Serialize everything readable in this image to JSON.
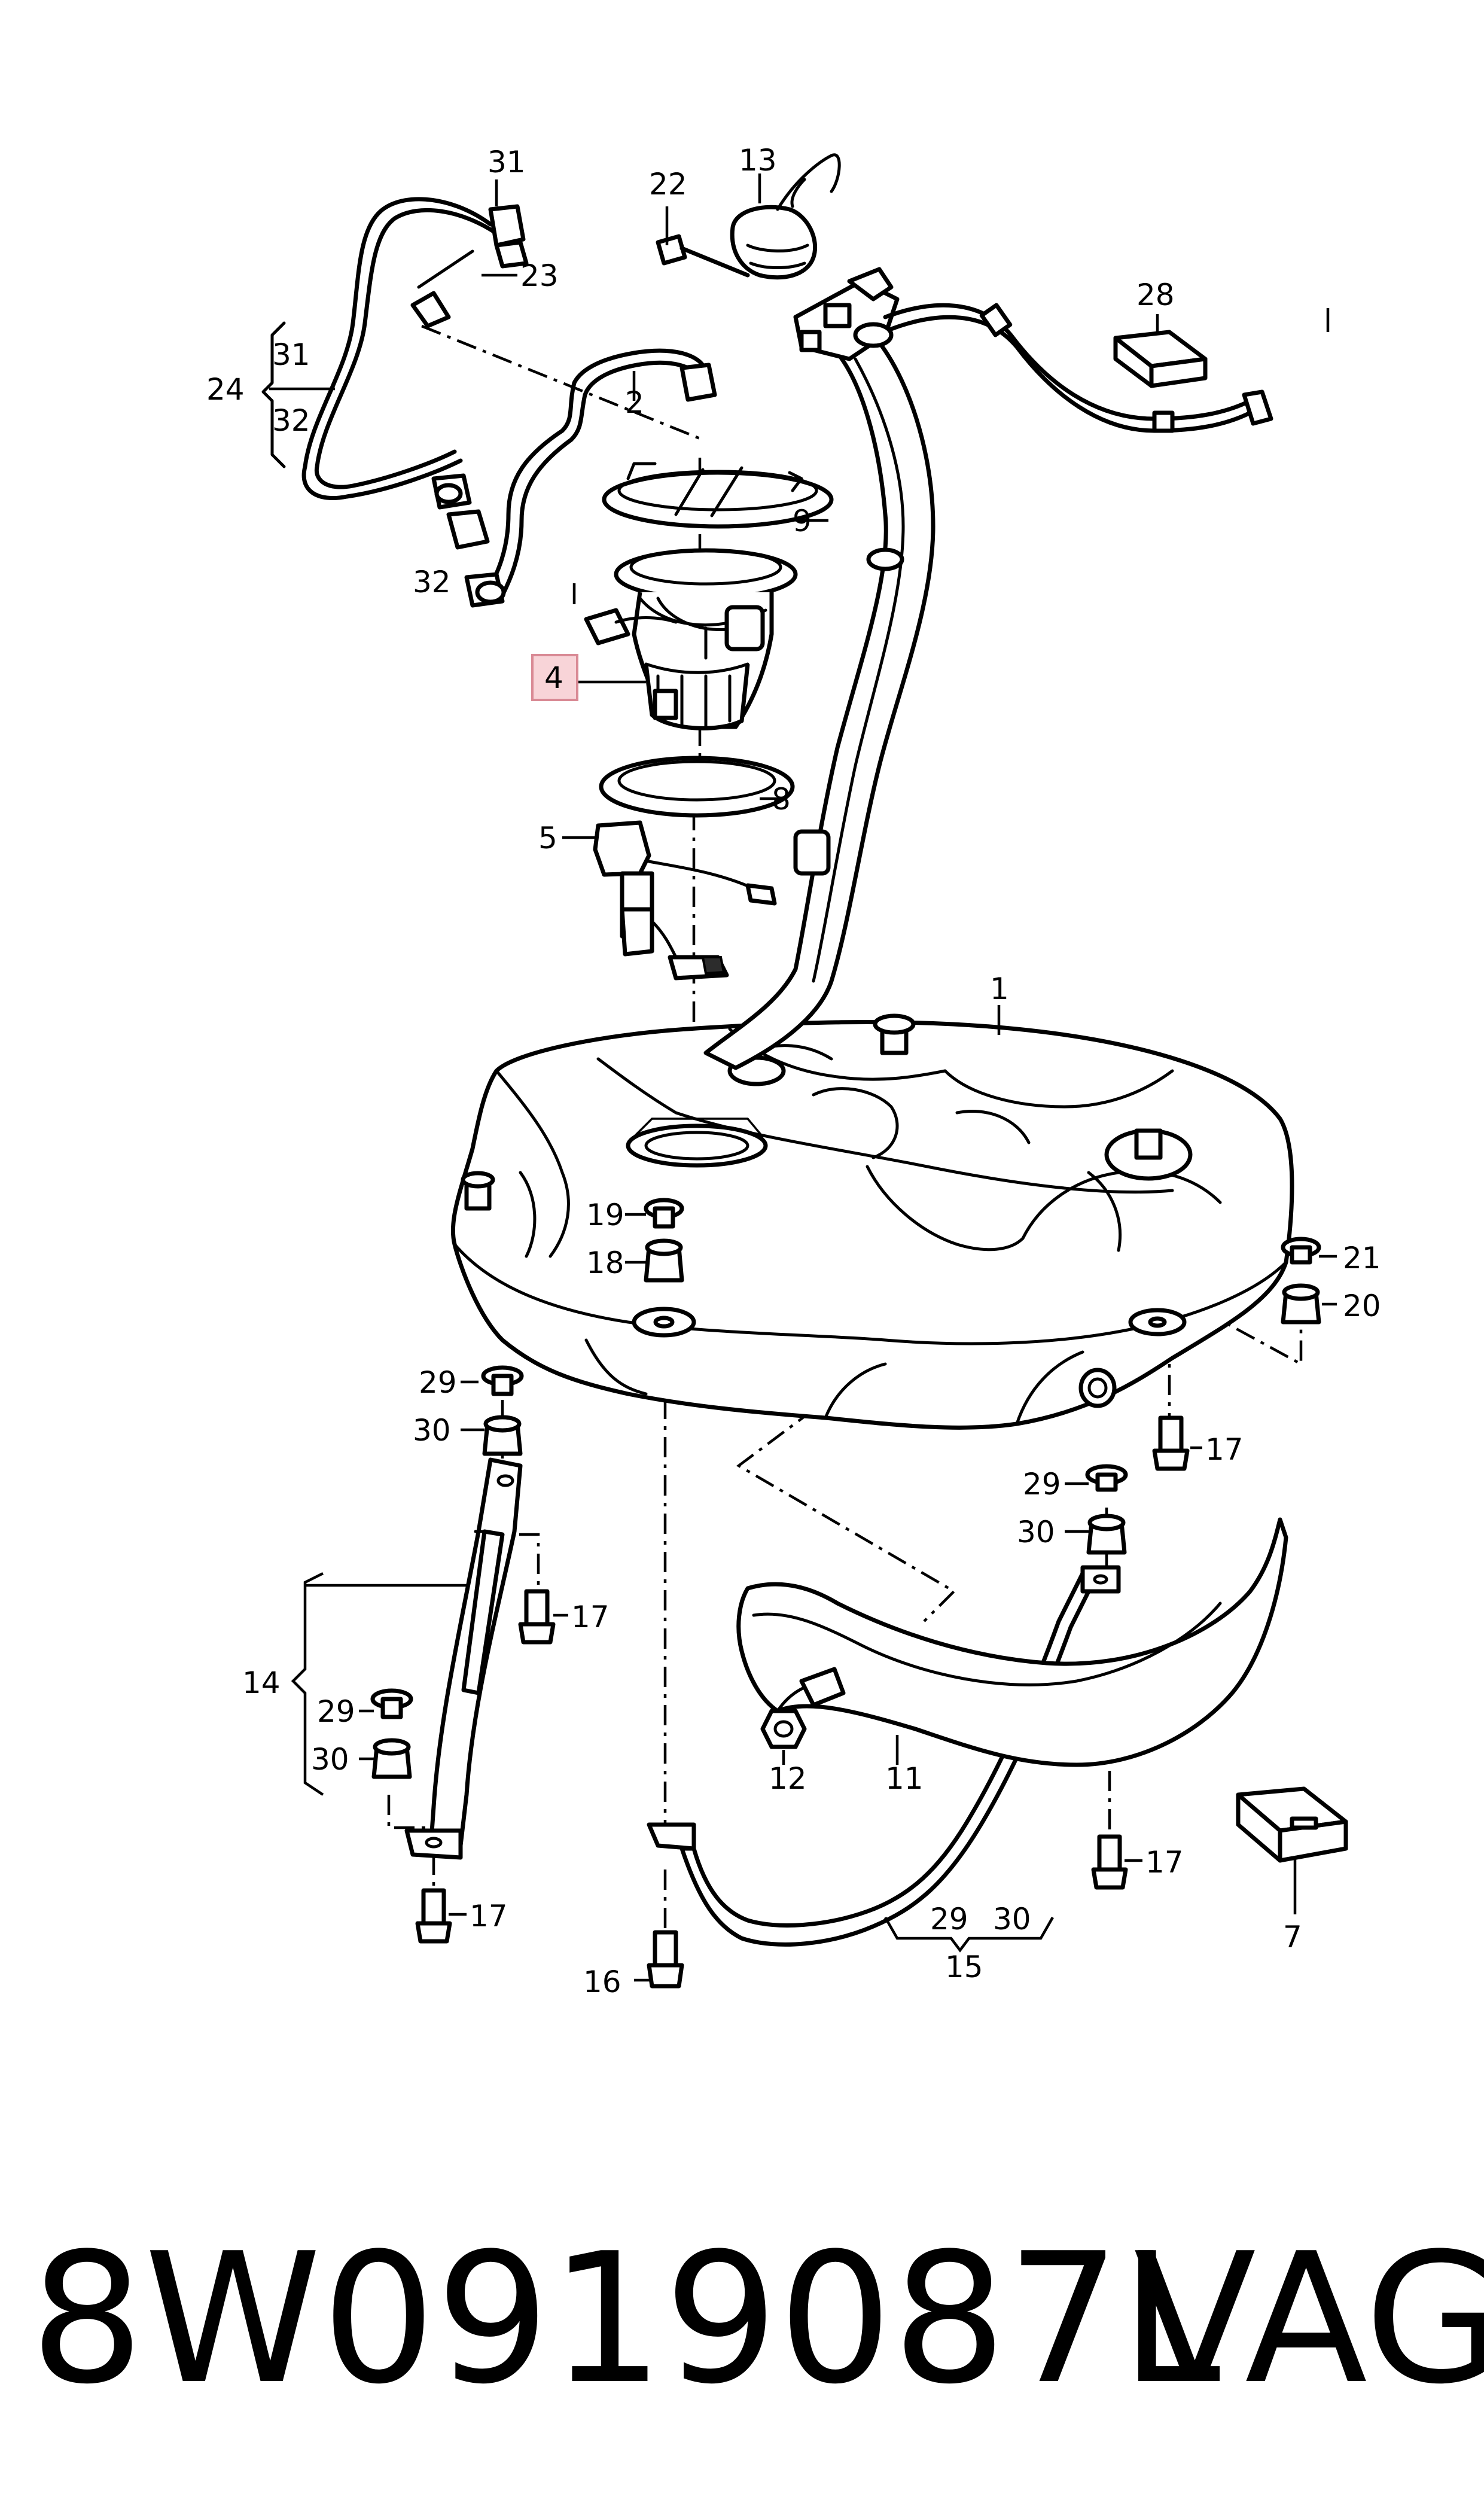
{
  "diagram": {
    "part_number": "8W0919087L",
    "brand": "VAG",
    "highlighted_part": "4",
    "callouts": {
      "c1": "1",
      "c2": "2",
      "c4": "4",
      "c5": "5",
      "c7": "7",
      "c8": "8",
      "c9": "9",
      "c11": "11",
      "c12": "12",
      "c13": "13",
      "c14": "14",
      "c15": "15",
      "c16": "16",
      "c17a": "17",
      "c17b": "17",
      "c17c": "17",
      "c17d": "17",
      "c17e": "17",
      "c18": "18",
      "c19": "19",
      "c20": "20",
      "c21": "21",
      "c22": "22",
      "c23": "23",
      "c24": "24",
      "c28": "28",
      "c29a": "29",
      "c29b": "29",
      "c29c": "29",
      "c29d": "29",
      "c30a": "30",
      "c30b": "30",
      "c30c": "30",
      "c30d": "30",
      "c31a": "31",
      "c31b": "31",
      "c32a": "32",
      "c32b": "32"
    }
  }
}
